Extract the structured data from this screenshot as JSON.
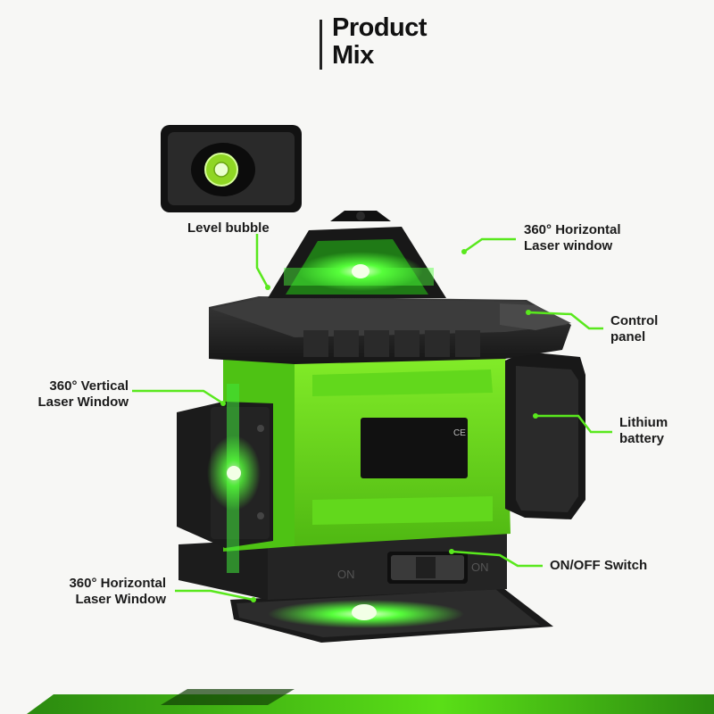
{
  "heading": {
    "line1": "Product",
    "line2": "Mix"
  },
  "callouts": {
    "level_bubble": "Level bubble",
    "horizontal_top": "360° Horizontal\nLaser window",
    "control_panel": "Control\npanel",
    "vertical": "360° Vertical\nLaser Window",
    "lithium_battery": "Lithium\nbattery",
    "switch": "ON/OFF Switch",
    "horizontal_bottom": "360° Horizontal\nLaser Window"
  },
  "device": {
    "ce_mark": "CE",
    "switch_left": "ON",
    "switch_right": "ON"
  },
  "colors": {
    "accent_green": "#7bff2a",
    "body_green": "#6fdc1c",
    "dark": "#1f1f1f",
    "laser": "#43ff3a"
  }
}
